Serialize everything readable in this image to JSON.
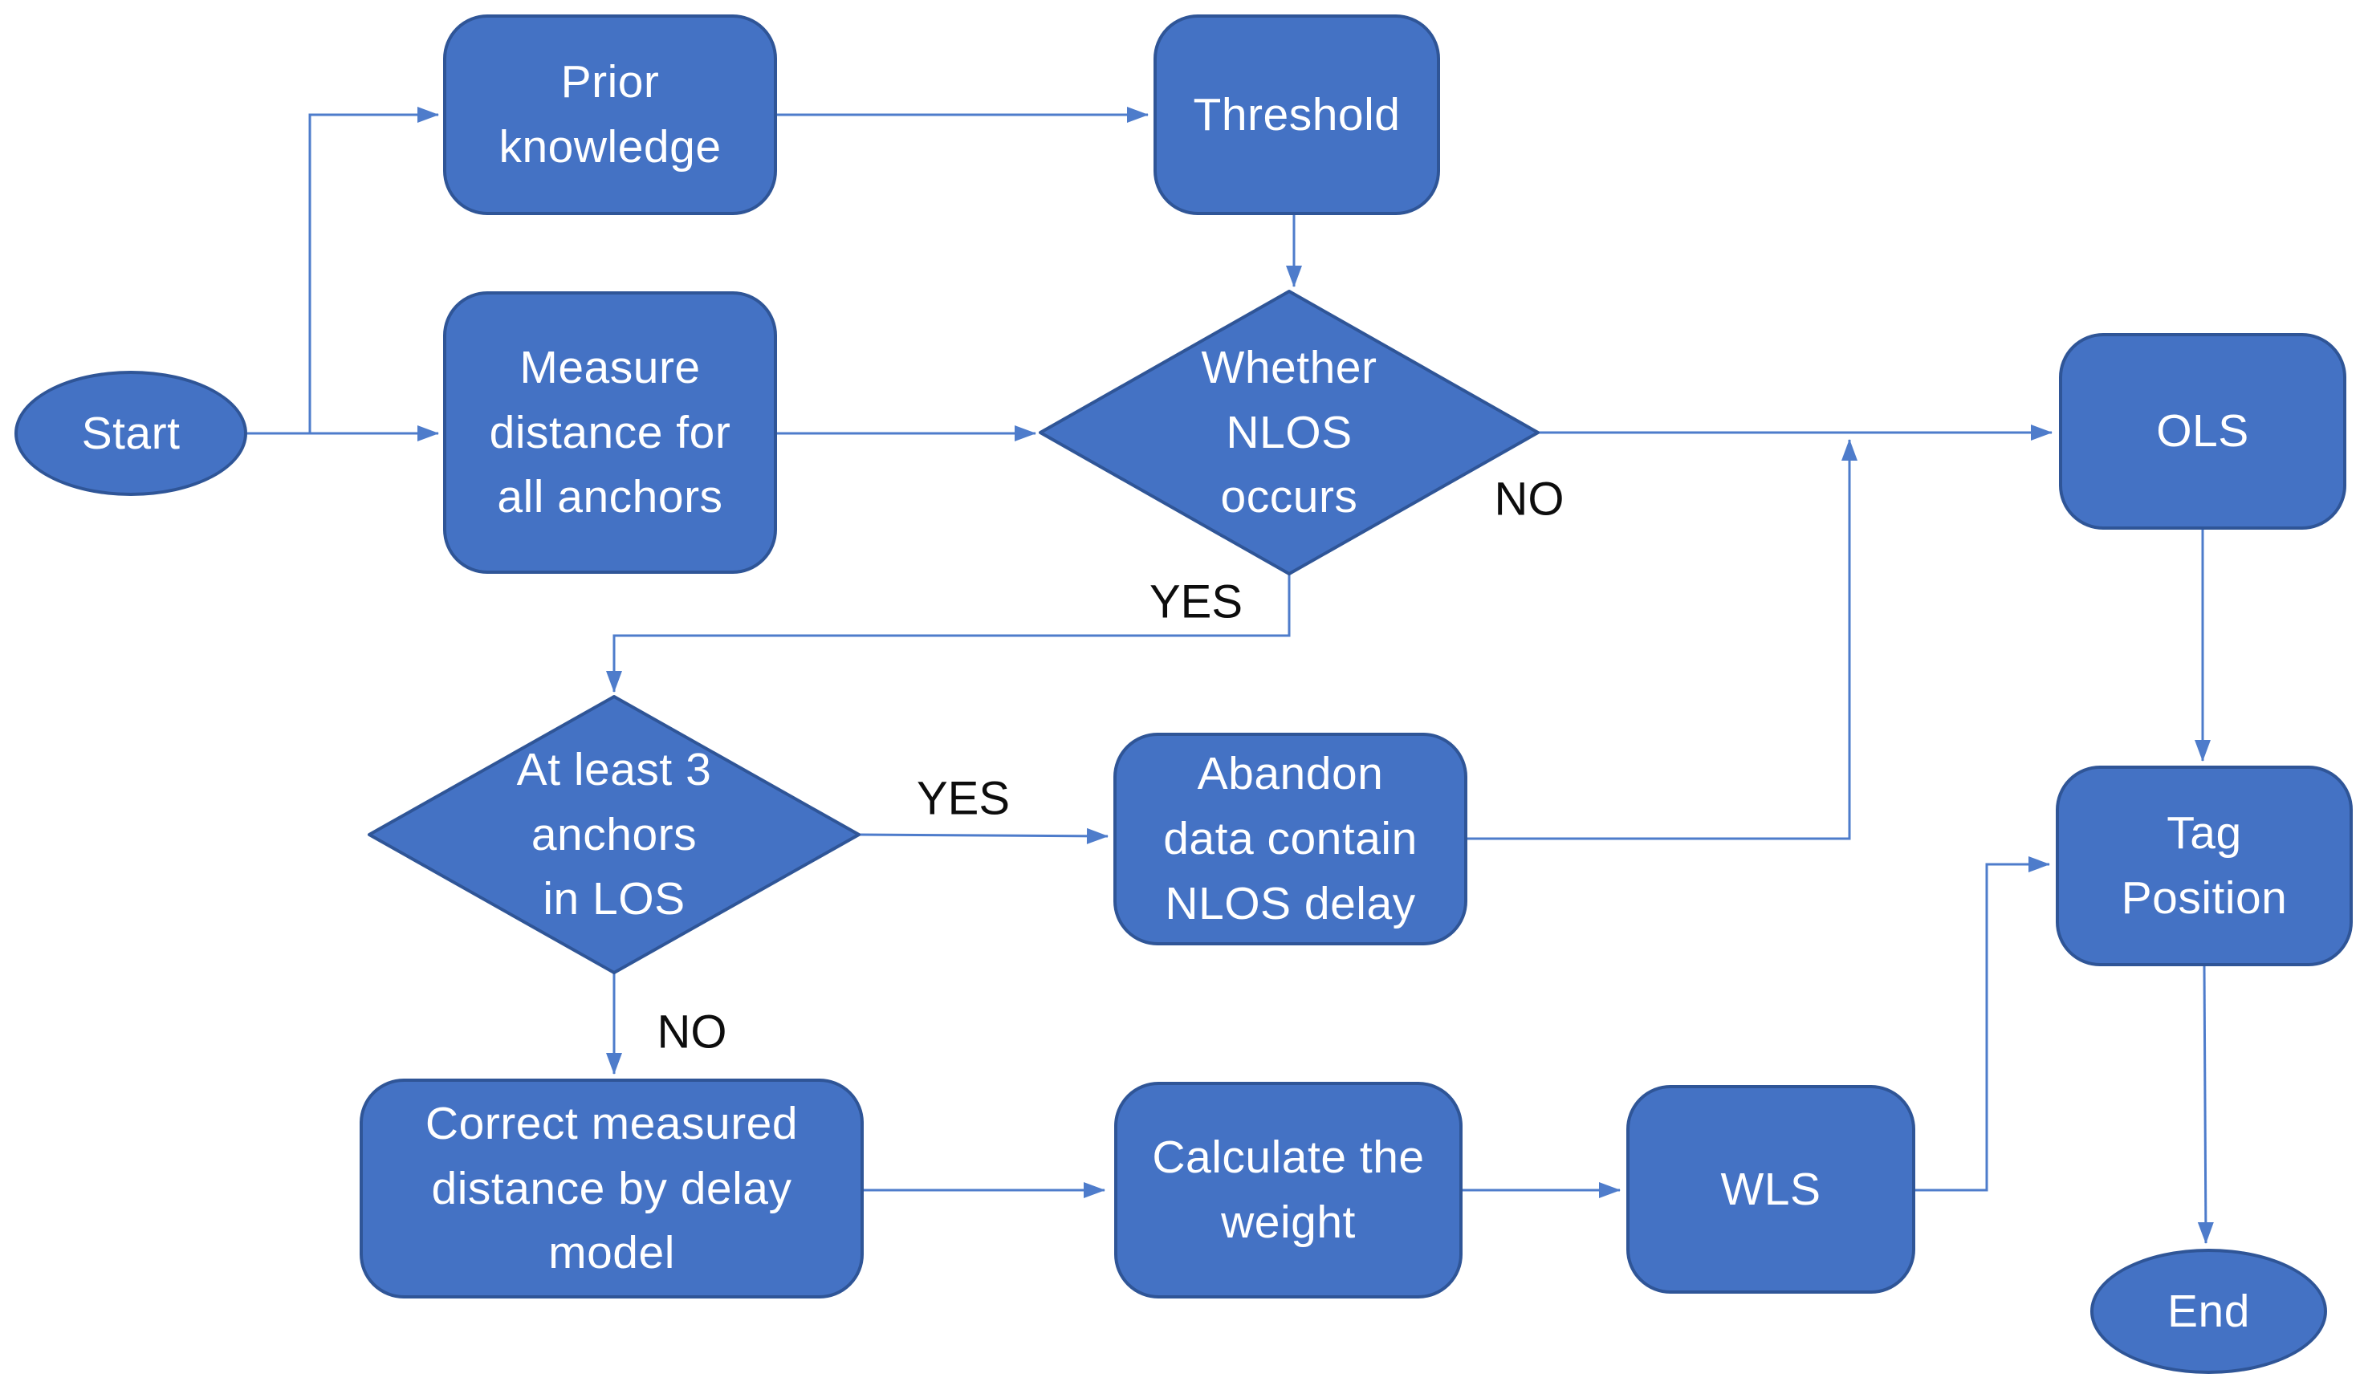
{
  "diagram": {
    "type": "flowchart",
    "colors": {
      "node_fill": "#4472C4",
      "node_border": "#2F5597",
      "connector": "#4E7CCB",
      "node_text": "#FFFFFF",
      "edge_label_text": "#0D0D0D",
      "background": "#FFFFFF"
    },
    "nodes": [
      {
        "id": "start",
        "type": "terminator",
        "label": "Start"
      },
      {
        "id": "prior-knowledge",
        "type": "process",
        "label": "Prior\nknowledge"
      },
      {
        "id": "threshold",
        "type": "process",
        "label": "Threshold"
      },
      {
        "id": "measure-distance",
        "type": "process",
        "label": "Measure\ndistance for\nall anchors"
      },
      {
        "id": "whether-nlos",
        "type": "decision",
        "label": "Whether\nNLOS\noccurs"
      },
      {
        "id": "ols",
        "type": "process",
        "label": "OLS"
      },
      {
        "id": "at-least-3-anchors",
        "type": "decision",
        "label": "At least 3\nanchors\nin LOS"
      },
      {
        "id": "abandon-data",
        "type": "process",
        "label": "Abandon\ndata contain\nNLOS delay"
      },
      {
        "id": "tag-position",
        "type": "process",
        "label": "Tag\nPosition"
      },
      {
        "id": "correct-measured",
        "type": "process",
        "label": "Correct measured\ndistance by delay\nmodel"
      },
      {
        "id": "calculate-weight",
        "type": "process",
        "label": "Calculate the\nweight"
      },
      {
        "id": "wls",
        "type": "process",
        "label": "WLS"
      },
      {
        "id": "end",
        "type": "terminator",
        "label": "End"
      }
    ],
    "edges": [
      {
        "from": "start",
        "to": "measure-distance",
        "label": ""
      },
      {
        "from": "start",
        "to": "prior-knowledge",
        "label": ""
      },
      {
        "from": "prior-knowledge",
        "to": "threshold",
        "label": ""
      },
      {
        "from": "threshold",
        "to": "whether-nlos",
        "label": ""
      },
      {
        "from": "measure-distance",
        "to": "whether-nlos",
        "label": ""
      },
      {
        "from": "whether-nlos",
        "to": "ols",
        "label": "NO"
      },
      {
        "from": "whether-nlos",
        "to": "at-least-3-anchors",
        "label": "YES"
      },
      {
        "from": "at-least-3-anchors",
        "to": "abandon-data",
        "label": "YES"
      },
      {
        "from": "abandon-data",
        "to": "ols",
        "label": ""
      },
      {
        "from": "at-least-3-anchors",
        "to": "correct-measured",
        "label": "NO"
      },
      {
        "from": "correct-measured",
        "to": "calculate-weight",
        "label": ""
      },
      {
        "from": "calculate-weight",
        "to": "wls",
        "label": ""
      },
      {
        "from": "wls",
        "to": "tag-position",
        "label": ""
      },
      {
        "from": "ols",
        "to": "tag-position",
        "label": ""
      },
      {
        "from": "tag-position",
        "to": "end",
        "label": ""
      }
    ]
  }
}
